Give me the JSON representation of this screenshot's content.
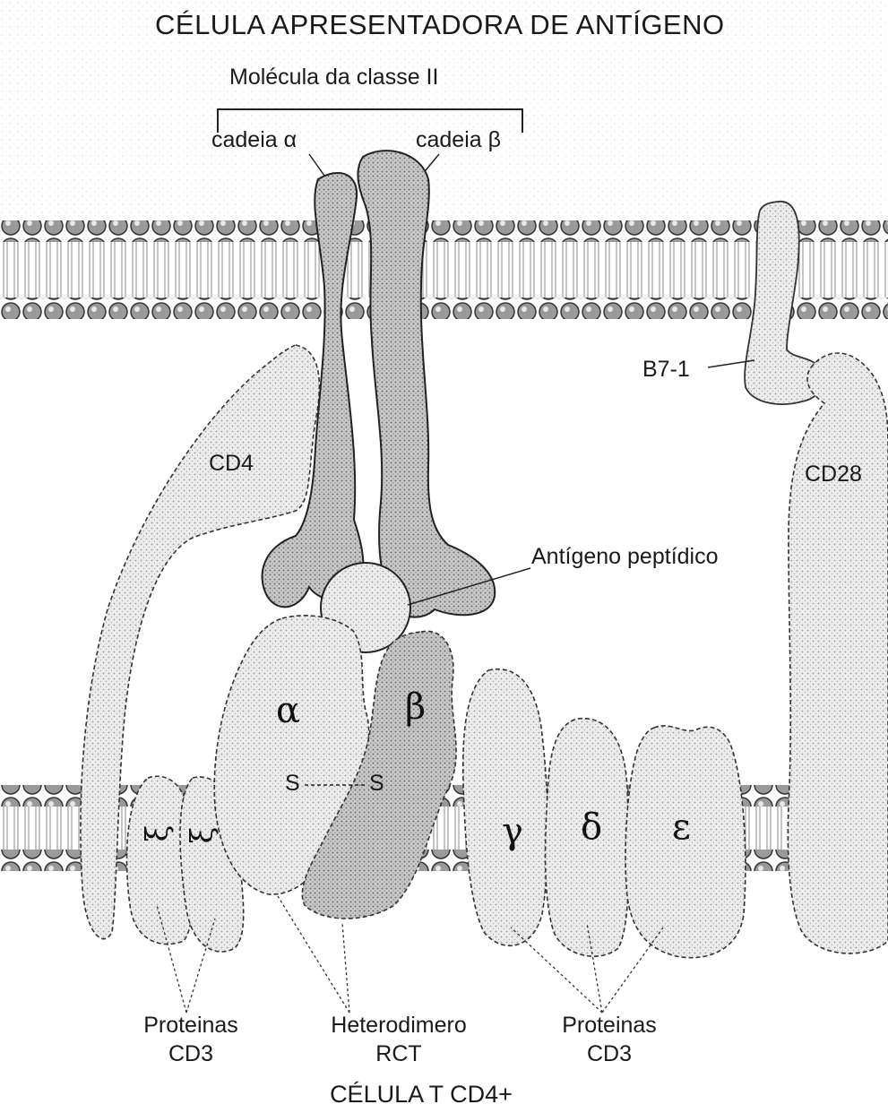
{
  "title_top": "CÉLULA APRESENTADORA DE ANTÍGENO",
  "class_ii": {
    "label": "Molécula da classe II",
    "alpha_chain": "cadeia α",
    "beta_chain": "cadeia β"
  },
  "labels": {
    "b7": "B7-1",
    "cd4": "CD4",
    "cd28": "CD28",
    "peptide": "Antígeno peptídico",
    "tcr_alpha": "α",
    "tcr_beta": "β",
    "s_left": "S",
    "s_right": "S",
    "xi1": "ξ",
    "xi2": "ξ",
    "gamma": "γ",
    "delta": "δ",
    "epsilon": "ε"
  },
  "bottom": {
    "cd3_left_1": "Proteinas",
    "cd3_left_2": "CD3",
    "tcr_1": "Heterodimero",
    "tcr_2": "RCT",
    "cd3_right_1": "Proteinas",
    "cd3_right_2": "CD3"
  },
  "title_bottom": "CÉLULA T CD4+"
}
